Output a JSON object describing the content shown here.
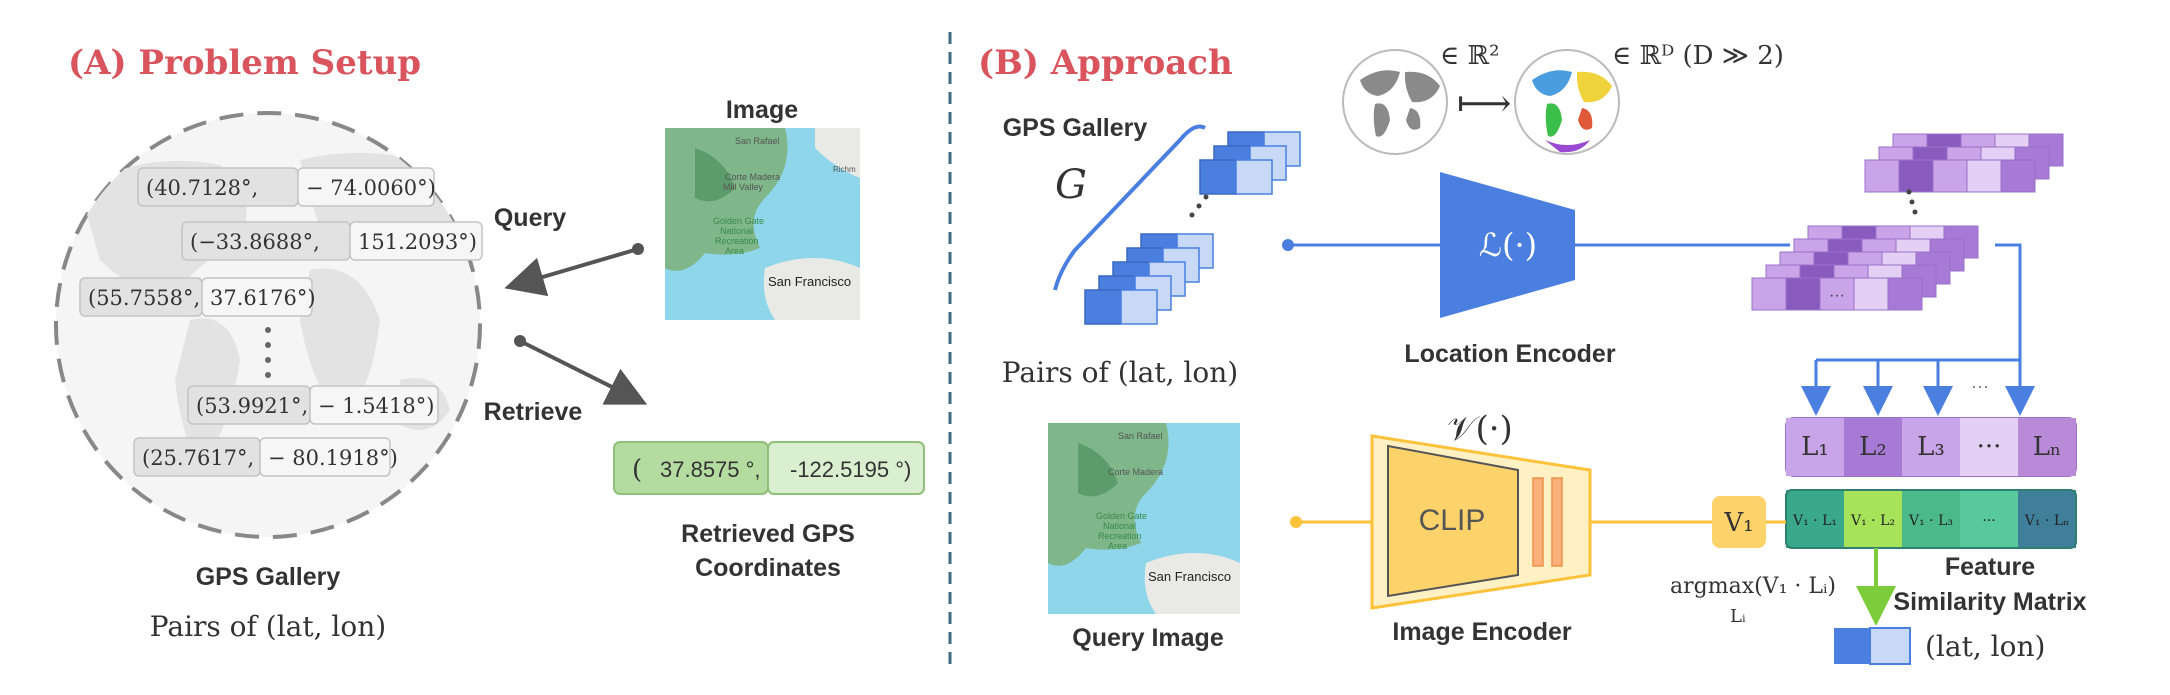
{
  "panel_a": {
    "title": "(A)  Problem Setup",
    "gallery_label": "GPS Gallery",
    "pairs_label": "Pairs of (lat, lon)",
    "entries": [
      {
        "lat": "(40.7128°,",
        "lon": "− 74.0060°)"
      },
      {
        "lat": "(−33.8688°,",
        "lon": "151.2093°)"
      },
      {
        "lat": "(55.7558°,",
        "lon": "37.6176°)"
      },
      {
        "lat": "(53.9921°,",
        "lon": "− 1.5418°)"
      },
      {
        "lat": "(25.7617°,",
        "lon": "− 80.1918°)"
      }
    ],
    "query_label": "Query",
    "retrieve_label": "Retrieve",
    "image_label": "Image",
    "result": {
      "lat": "37.8575 °,",
      "lon": "-122.5195 °)",
      "open": "("
    },
    "result_label_1": "Retrieved GPS",
    "result_label_2": "Coordinates"
  },
  "map": {
    "labels": [
      "San Rafael",
      "Corte Madera",
      "Mill Valley",
      "Golden Gate",
      "National",
      "Recreation",
      "Area",
      "San Francisco",
      "Richm"
    ]
  },
  "panel_b": {
    "title": "(B)  Approach",
    "gallery_label": "GPS Gallery",
    "g_symbol": "G",
    "pairs_label": "Pairs of (lat, lon)",
    "r2": "∈ ℝ²",
    "rd": "∈ ℝᴰ (D ≫ 2)",
    "maps_to": "⟼",
    "location_fn": "ℒ(·)",
    "location_label": "Location Encoder",
    "vision_fn": "𝒱(·)",
    "clip_label": "CLIP",
    "image_encoder_label": "Image Encoder",
    "query_image_label": "Query Image",
    "v1": "V₁",
    "l_cells": [
      "L₁",
      "L₂",
      "L₃",
      "···",
      "Lₙ"
    ],
    "sim_cells": [
      "V₁ · L₁",
      "V₁ · L₂",
      "V₁ · L₃",
      "···",
      "V₁ · Lₙ"
    ],
    "dots": "···",
    "argmax": "argmax(V₁ · Lᵢ)",
    "argmax_sub": "Lᵢ",
    "feature_label_1": "Feature",
    "feature_label_2": "Similarity Matrix",
    "output_label": "(lat, lon)"
  },
  "colors": {
    "title_red": "#d9545c",
    "encoder_blue": "#4a7fe0",
    "purple": "#b98ad8",
    "clip_yellow": "#fcd36a",
    "result_green": "#b5dca0"
  }
}
